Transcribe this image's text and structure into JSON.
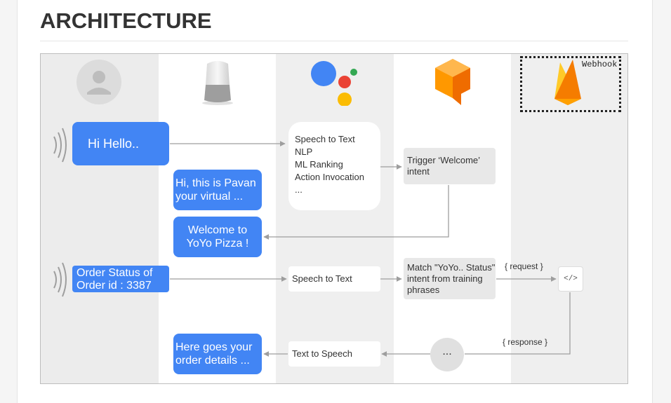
{
  "page": {
    "heading": "ARCHITECTURE"
  },
  "diagram": {
    "webhook_label": "Webhook",
    "bubbles": {
      "hi_hello": "Hi Hello..",
      "pavan_line1": "Hi, this is Pavan",
      "pavan_line2": "your virtual ...",
      "welcome_line1": "Welcome to",
      "welcome_line2": "YoYo Pizza !",
      "order_line1": "Order Status of",
      "order_line2": "Order id : 3387",
      "details_line1": "Here goes your",
      "details_line2": "order details ..."
    },
    "assistant_box": [
      "Speech to Text",
      "NLP",
      "ML Ranking",
      "Action Invocation",
      "..."
    ],
    "speech_to_text": "Speech to Text",
    "text_to_speech": "Text to Speech",
    "trigger_line1": "Trigger ‘Welcome’",
    "trigger_line2": "intent",
    "match_line1": "Match \"YoYo.. Status\"",
    "match_line2": "intent from training",
    "match_line3": "phrases",
    "request_label": "{ request }",
    "response_label": "{ response }",
    "code_icon_text": "</>",
    "ellipsis_text": "..."
  },
  "colors": {
    "bubble_blue": "#4285f4",
    "column_grey": "#efefef",
    "box_grey": "#e8e8e8",
    "google_blue": "#4285f4",
    "google_red": "#ea4335",
    "google_yellow": "#fbbc04",
    "google_green": "#34a853",
    "dialogflow_orange": "#f57c00",
    "firebase_orange": "#ffa000"
  }
}
